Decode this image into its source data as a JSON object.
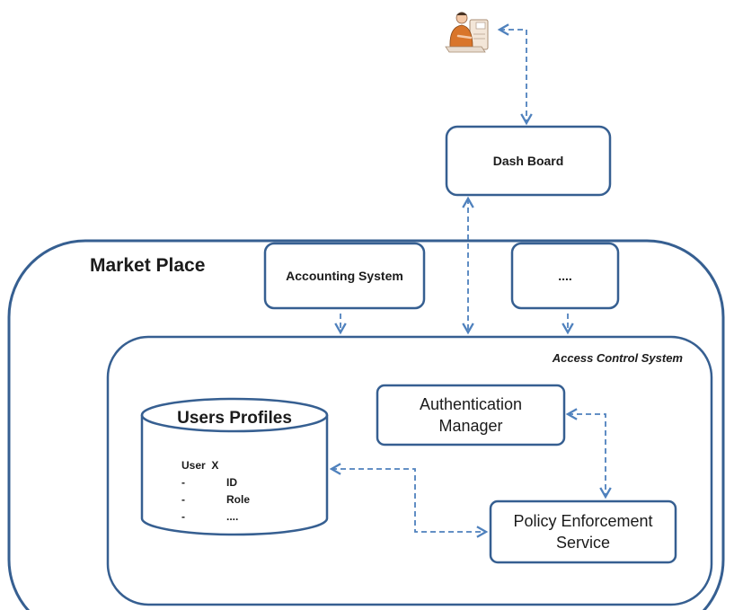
{
  "user_actor": {
    "icon": "user-at-desk-icon"
  },
  "dashboard": {
    "label": "Dash Board"
  },
  "market_place": {
    "title": "Market Place"
  },
  "accounting_system": {
    "label": "Accounting System"
  },
  "other_systems": {
    "label": "...."
  },
  "access_control_system": {
    "title": "Access Control System"
  },
  "authentication_manager": {
    "line1": "Authentication",
    "line2": "Manager"
  },
  "policy_enforcement": {
    "line1": "Policy Enforcement",
    "line2": "Service"
  },
  "users_profiles": {
    "title": "Users Profiles",
    "rows": [
      {
        "bullet": "",
        "text": "User  X"
      },
      {
        "bullet": "-",
        "text": "ID"
      },
      {
        "bullet": "-",
        "text": "Role"
      },
      {
        "bullet": "-",
        "text": "...."
      }
    ]
  },
  "colors": {
    "border": "#365f91",
    "arrow": "#4f81bd",
    "text": "#1b1b1b",
    "background": "#ffffff"
  }
}
